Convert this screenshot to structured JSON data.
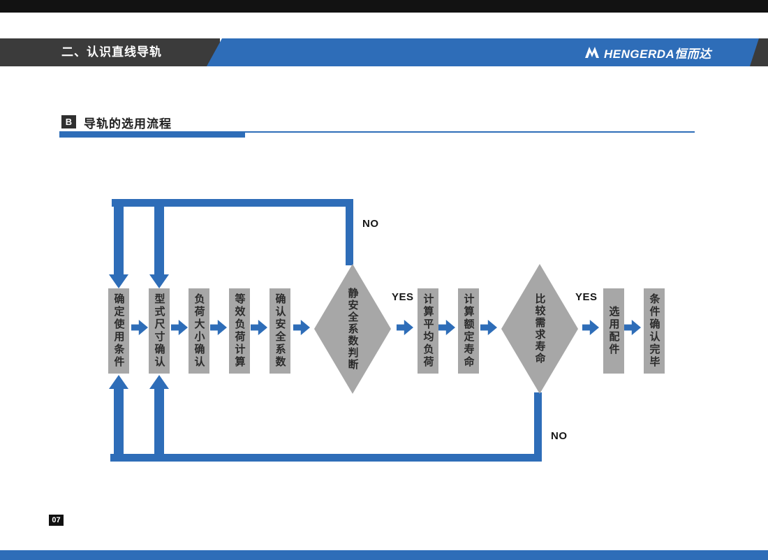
{
  "header": {
    "title": "二、认识直线导轨",
    "logo_text": "HENGERDA恒而达"
  },
  "section": {
    "badge": "B",
    "title": "导轨的选用流程"
  },
  "flowchart": {
    "steps": [
      {
        "label": "确定使用条件",
        "type": "box"
      },
      {
        "label": "型式尺寸确认",
        "type": "box"
      },
      {
        "label": "负荷大小确认",
        "type": "box"
      },
      {
        "label": "等效负荷计算",
        "type": "box"
      },
      {
        "label": "确认安全系数",
        "type": "box"
      },
      {
        "label": "静安全系数判断",
        "type": "diamond"
      },
      {
        "label": "计算平均负荷",
        "type": "box"
      },
      {
        "label": "计算额定寿命",
        "type": "box"
      },
      {
        "label": "比较需求寿命",
        "type": "diamond"
      },
      {
        "label": "选用配件",
        "type": "box"
      },
      {
        "label": "条件确认完毕",
        "type": "box"
      }
    ],
    "yes_labels": [
      "YES",
      "YES"
    ],
    "no_labels": [
      "NO",
      "NO"
    ]
  },
  "footer": {
    "page_number": "07"
  },
  "colors": {
    "accent_blue": "#2e6db8",
    "box_gray": "#a7a7a7",
    "header_dark": "#3b3b3b"
  }
}
